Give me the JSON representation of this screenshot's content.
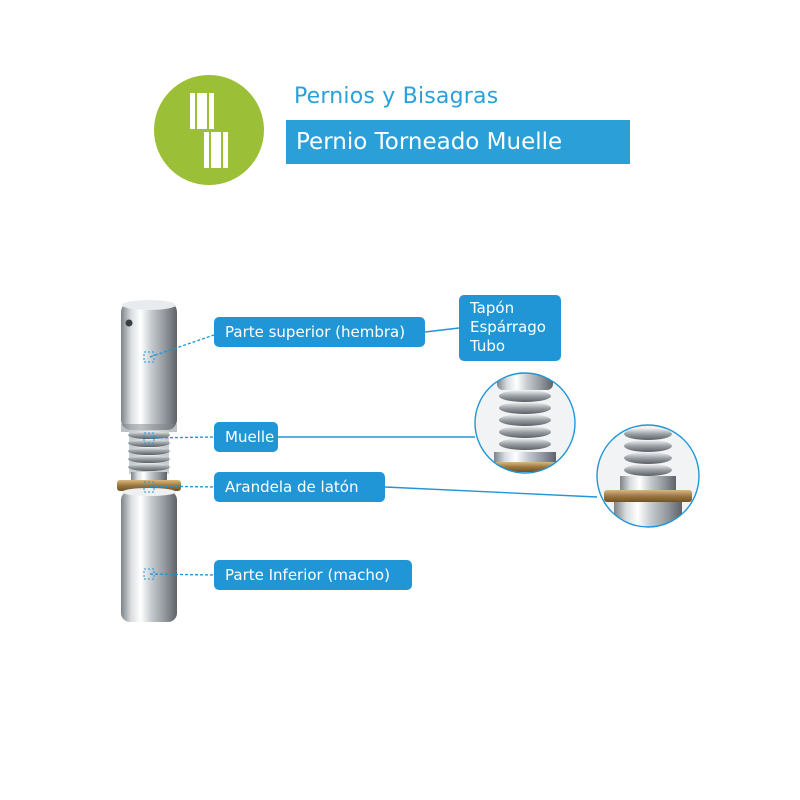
{
  "header": {
    "category": "Pernios y Bisagras",
    "product_name": "Pernio Torneado Muelle"
  },
  "colors": {
    "logo_green": "#9bbf36",
    "accent_blue": "#2ba0d8",
    "label_blue": "#2196d6"
  },
  "labels": {
    "top_part": "Parte superior (hembra)",
    "spring": "Muelle",
    "washer": "Arandela de latón",
    "bottom_part": "Parte Inferior (macho)"
  },
  "top_part_components": [
    "Tapón",
    "Espárrago",
    "Tubo"
  ]
}
